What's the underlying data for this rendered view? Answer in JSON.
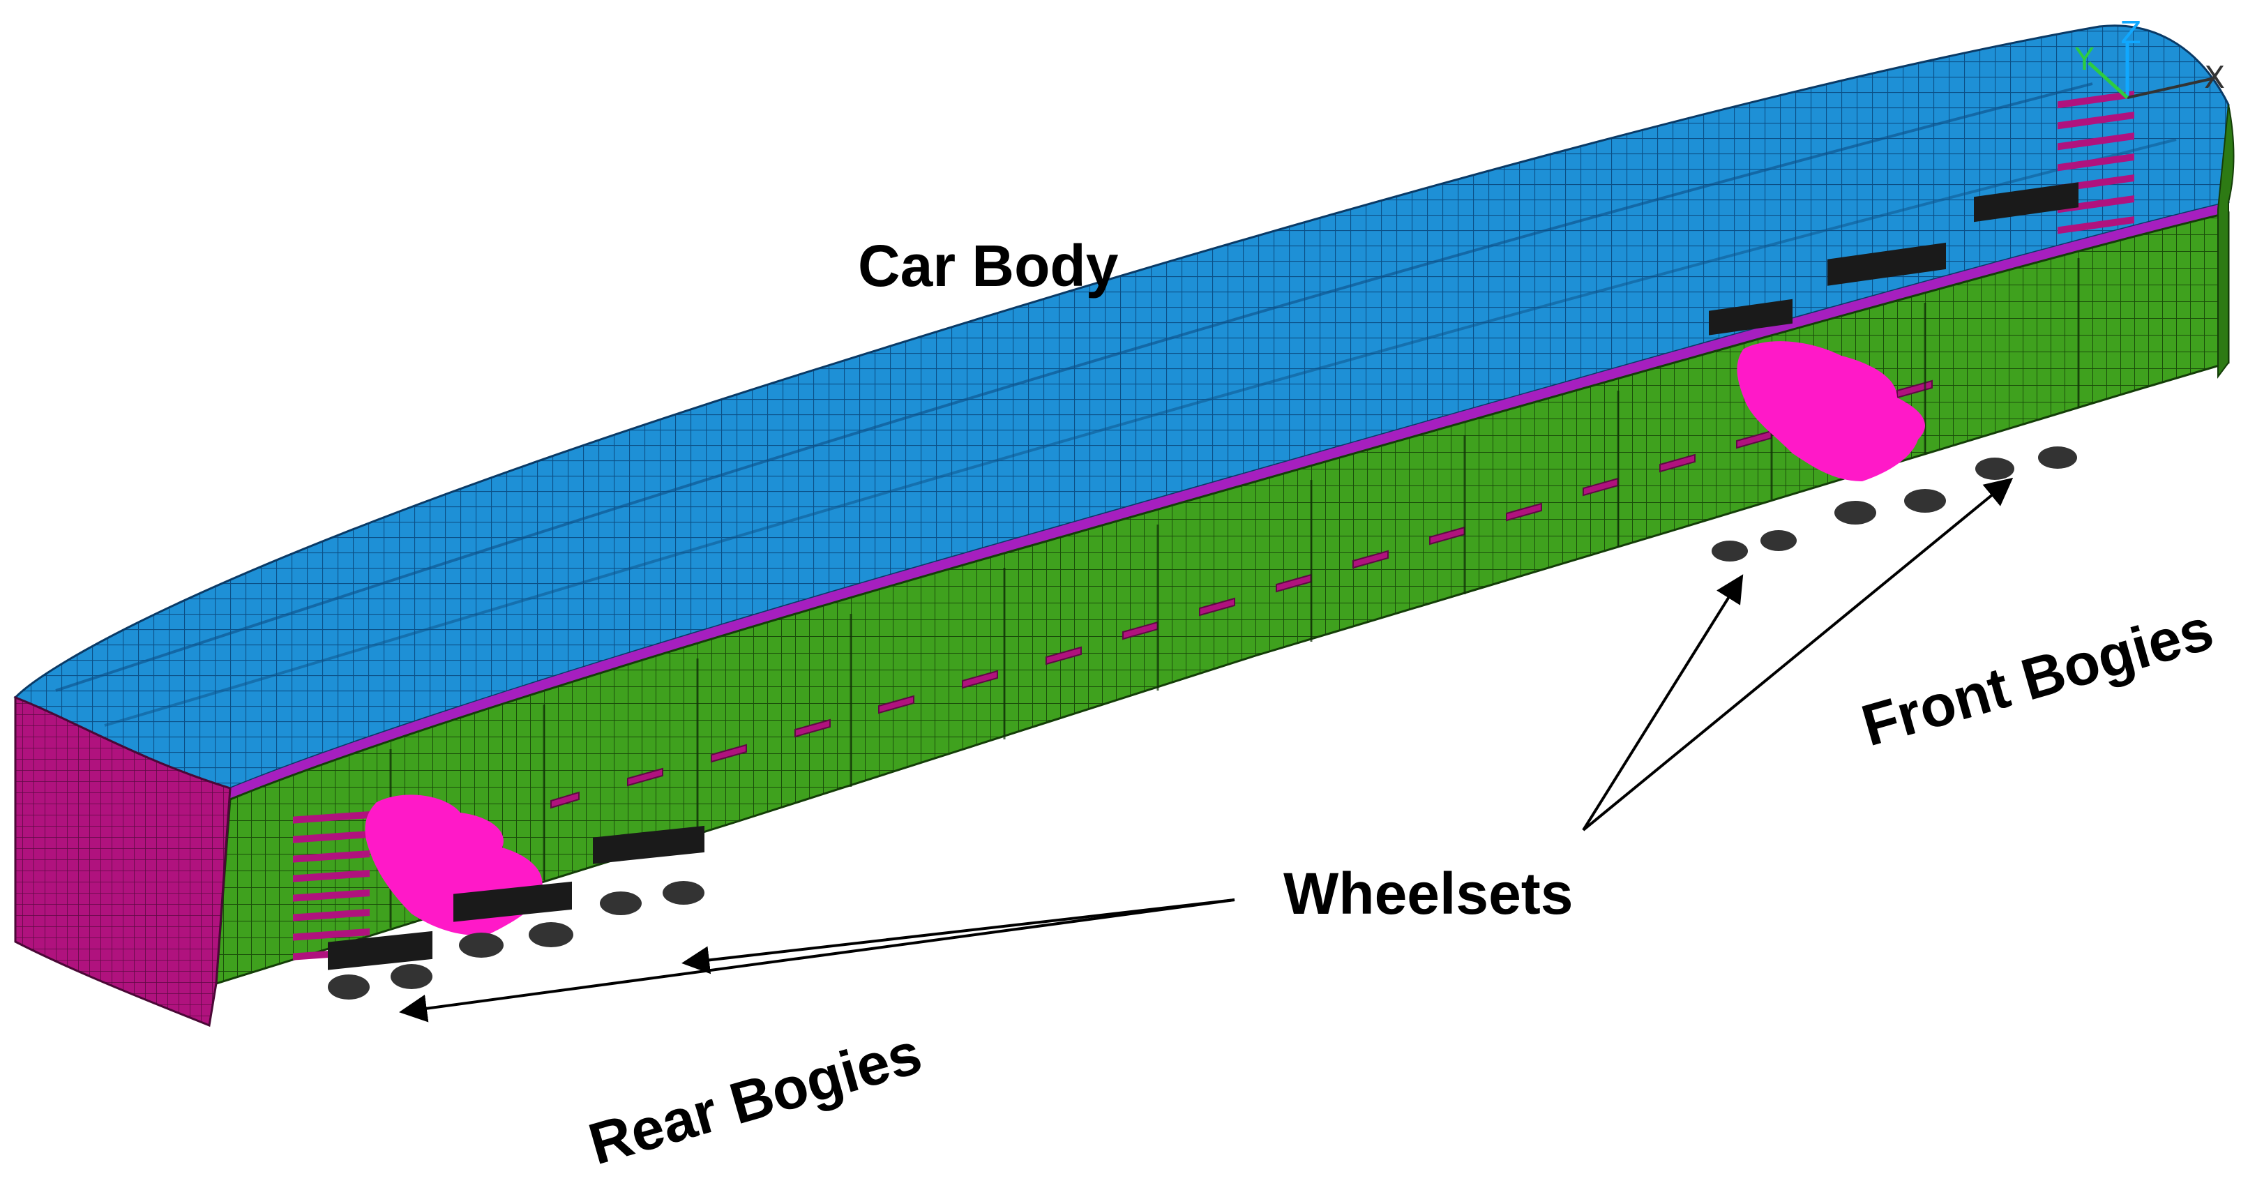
{
  "labels": {
    "car_body": "Car Body",
    "wheelsets": "Wheelsets",
    "front_bogies": "Front Bogies",
    "rear_bogies": "Rear Bogies"
  },
  "triad": {
    "x": "X",
    "y": "Y",
    "z": "Z"
  },
  "colors": {
    "roof": "#1E90D6",
    "side_wall": "#3FA11E",
    "end_wall": "#B0127E",
    "waist_band": "#A61FBF",
    "floor_mass": "#FF19C8",
    "bogie": "#1a1a1a",
    "triad_x": "#333333",
    "triad_y": "#2ecc40",
    "triad_z": "#10a8ff"
  }
}
